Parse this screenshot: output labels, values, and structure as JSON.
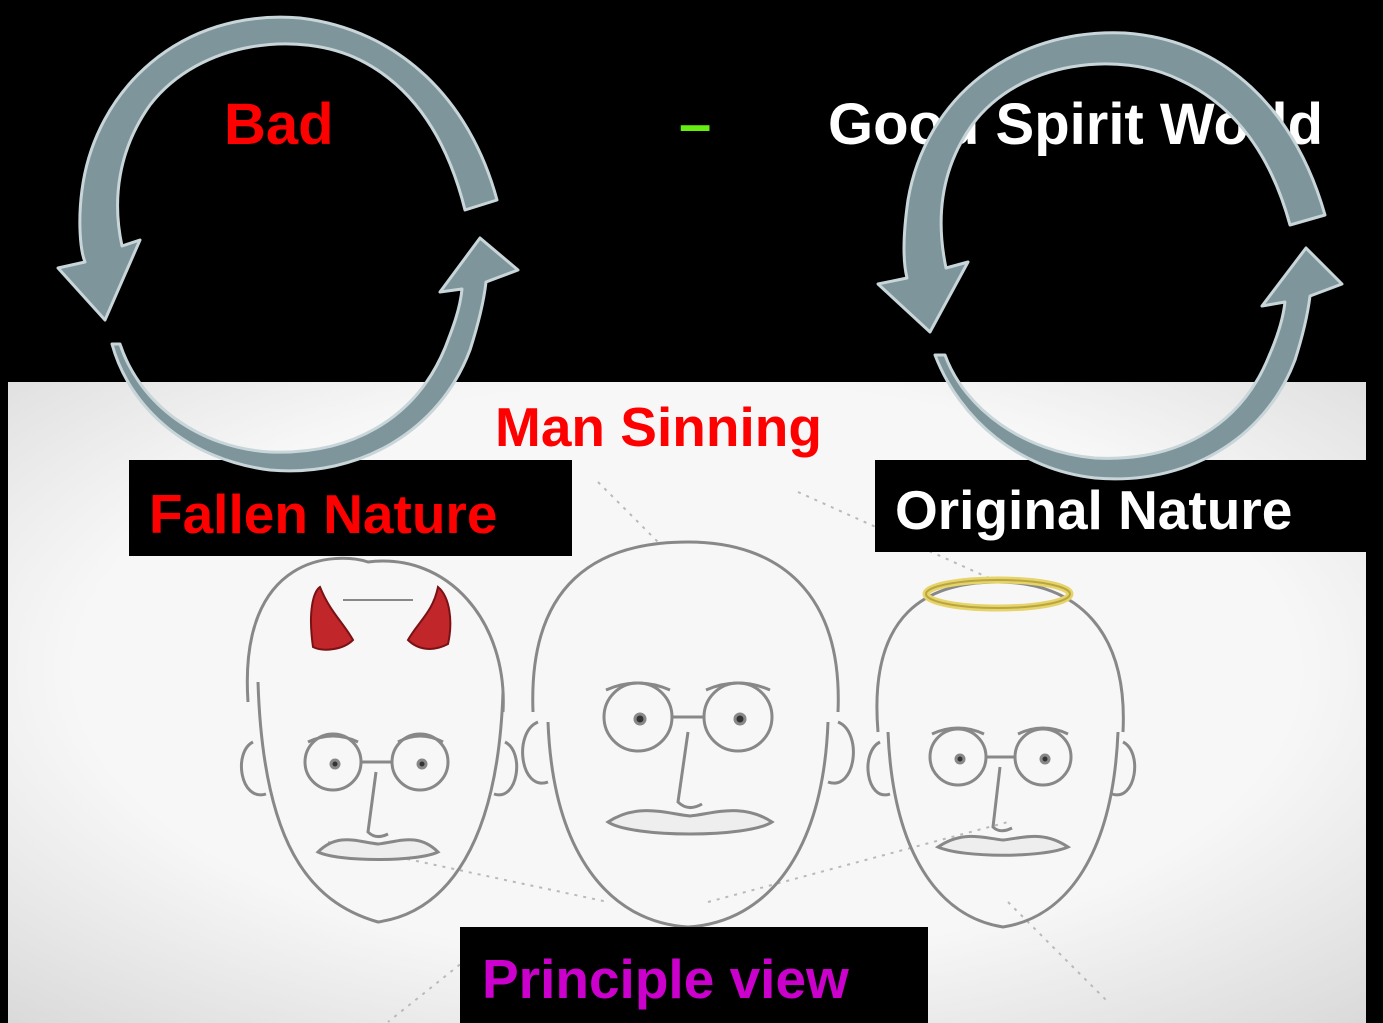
{
  "slide": {
    "heading_left": "Bad",
    "heading_dash": "–",
    "heading_right": "Good Spirit World",
    "label_fallen": "Fallen Nature",
    "label_sinning": "Man Sinning",
    "label_original": "Original Nature",
    "label_principle": "Principle view"
  },
  "colors": {
    "background": "#000000",
    "red_text": "#ff0000",
    "white_text": "#ffffff",
    "dash_green": "#66ee11",
    "principle_magenta": "#cc00cc",
    "arrow_fill": "#7e959b",
    "arrow_stroke": "#c9d6d9",
    "horns": "#c0262a",
    "halo": "#e6d36a"
  },
  "icons": {
    "cycle_arrows": "circular-arrows-icon",
    "horns": "devil-horns-icon",
    "halo": "halo-icon"
  }
}
